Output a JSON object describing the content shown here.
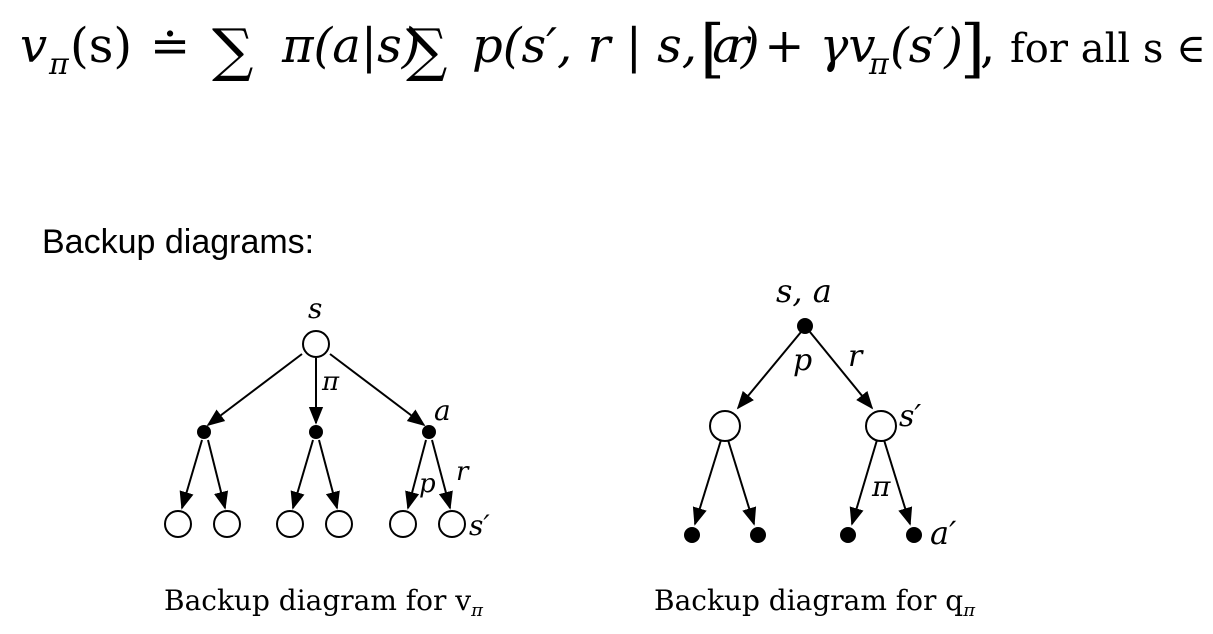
{
  "equation": {
    "lhs": "v",
    "lhs_sub": "π",
    "lhs_arg": "(s)",
    "def_eq": "≐",
    "sum1": "∑",
    "policy_term": "π(a|s)",
    "sum2": "∑",
    "transition_term": "p(s′, r | s, a)",
    "bracket_open": "[",
    "reward": "r + γv",
    "reward_sub": "π",
    "reward_arg": "(s′)",
    "bracket_close": "]",
    "trail": ",",
    "condition": "for all s ∈ 𝒮"
  },
  "heading": "Backup diagrams:",
  "diagram_v": {
    "root_label": "s",
    "policy_label": "π",
    "action_label": "a",
    "prob_label": "p",
    "reward_label": "r",
    "next_state_label": "s′",
    "caption": "Backup diagram for v",
    "caption_sub": "π"
  },
  "diagram_q": {
    "root_label": "s, a",
    "prob_label": "p",
    "reward_label": "r",
    "next_state_label": "s′",
    "policy_label": "π",
    "next_action_label": "a′",
    "caption": "Backup diagram for q",
    "caption_sub": "π"
  }
}
